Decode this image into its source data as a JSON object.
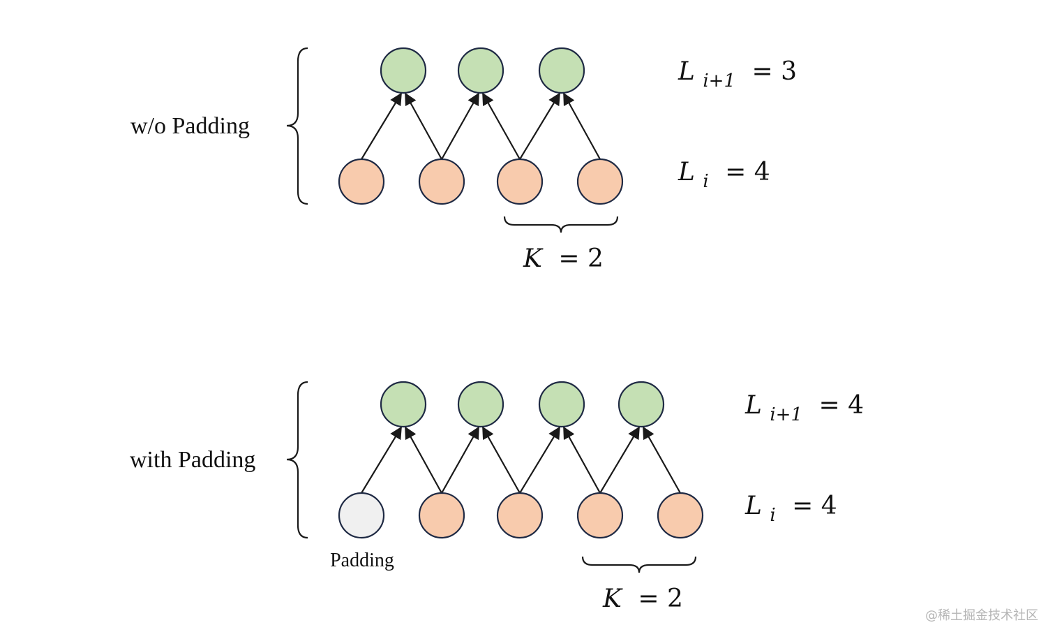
{
  "colors": {
    "output_node": "#c5e0b4",
    "input_node": "#f8cbad",
    "padding_node": "#f0f0f0",
    "node_stroke": "#1f2a44",
    "edge": "#1a1a1a"
  },
  "panels": [
    {
      "label": "w/o Padding",
      "output_count": 3,
      "input_count": 4,
      "has_padding": false,
      "padding_label": "",
      "eq_output": {
        "var": "L",
        "sub": "i+1",
        "rhs": "= 3"
      },
      "eq_input": {
        "var": "L",
        "sub": "i",
        "rhs": "= 4"
      },
      "eq_kernel": {
        "var": "K",
        "rhs": "= 2"
      }
    },
    {
      "label": "with Padding",
      "output_count": 4,
      "input_count": 5,
      "has_padding": true,
      "padding_label": "Padding",
      "eq_output": {
        "var": "L",
        "sub": "i+1",
        "rhs": "= 4"
      },
      "eq_input": {
        "var": "L",
        "sub": "i",
        "rhs": "= 4"
      },
      "eq_kernel": {
        "var": "K",
        "rhs": "= 2"
      }
    }
  ],
  "watermark": "@稀土掘金技术社区"
}
